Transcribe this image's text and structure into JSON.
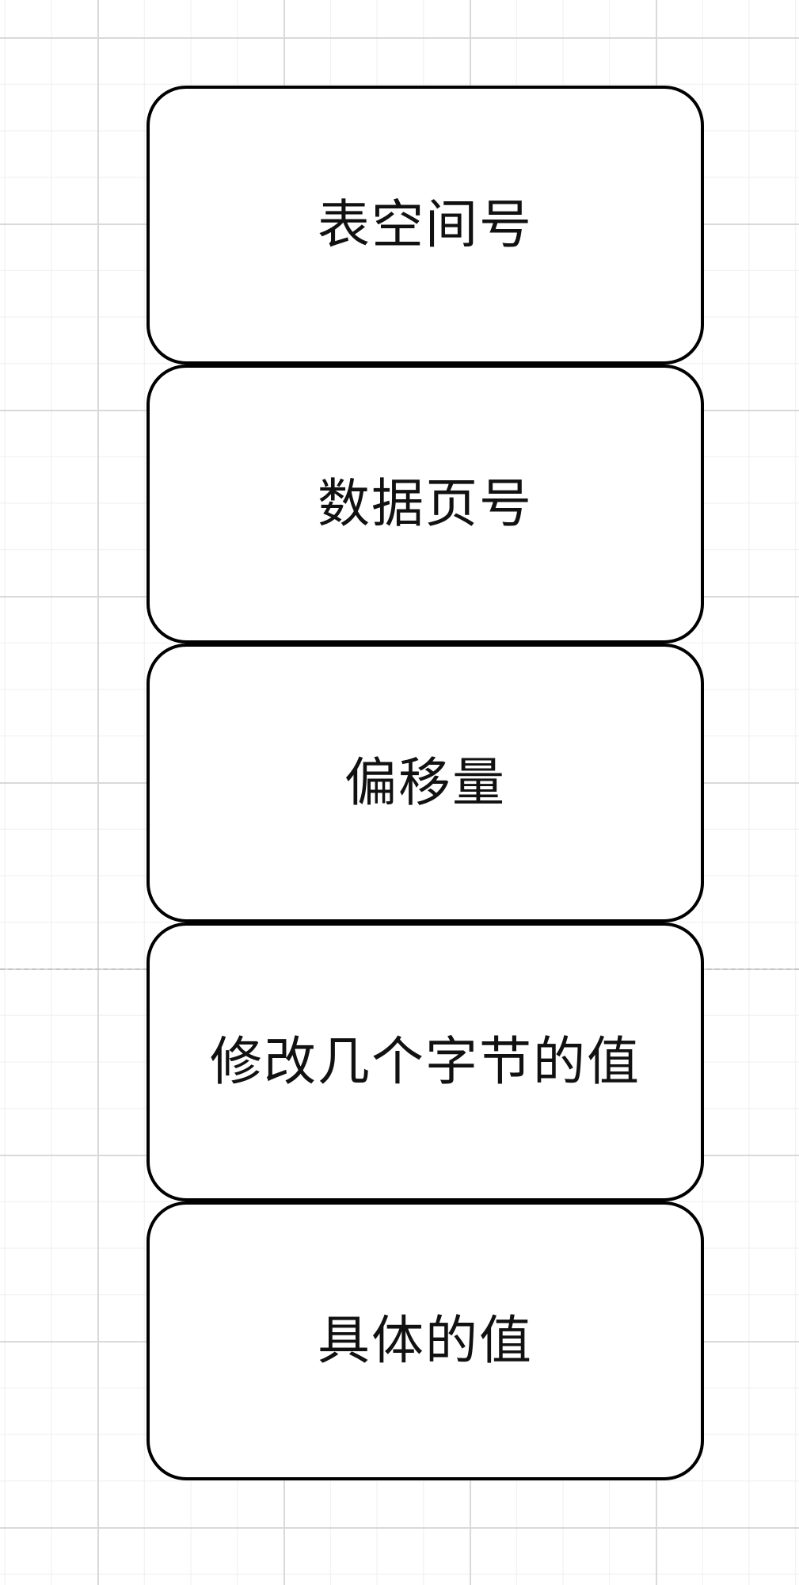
{
  "diagram": {
    "fields": [
      {
        "label": "表空间号"
      },
      {
        "label": "数据页号"
      },
      {
        "label": "偏移量"
      },
      {
        "label": "修改几个字节的值"
      },
      {
        "label": "具体的值"
      }
    ]
  }
}
